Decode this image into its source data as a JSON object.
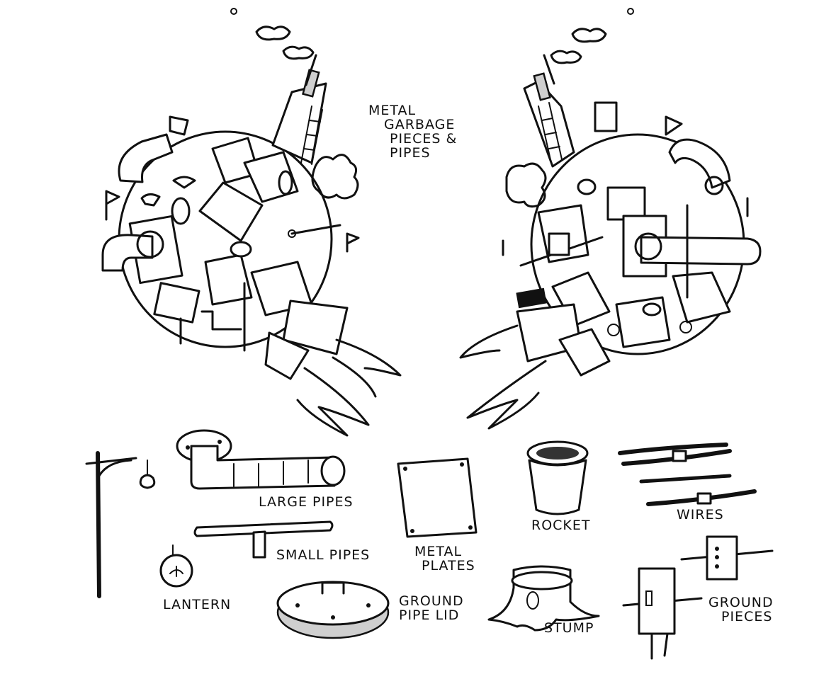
{
  "labels": {
    "metal_garbage": [
      "METAL",
      "GARBAGE",
      "PIECES &",
      "PIPES"
    ],
    "large_pipes": "LARGE PIPES",
    "small_pipes": "SMALL PIPES",
    "metal_plates": [
      "METAL",
      "PLATES"
    ],
    "rocket": "ROCKET",
    "wires": "WIRES",
    "lantern": "LANTERN",
    "ground_pipe_lid": [
      "GROUND",
      "PIPE LID"
    ],
    "stump": "STUMP",
    "ground_pieces": [
      "GROUND",
      "PIECES"
    ]
  },
  "colors": {
    "ink": "#111111",
    "paper": "#ffffff",
    "shade": "#cfcfcf"
  }
}
